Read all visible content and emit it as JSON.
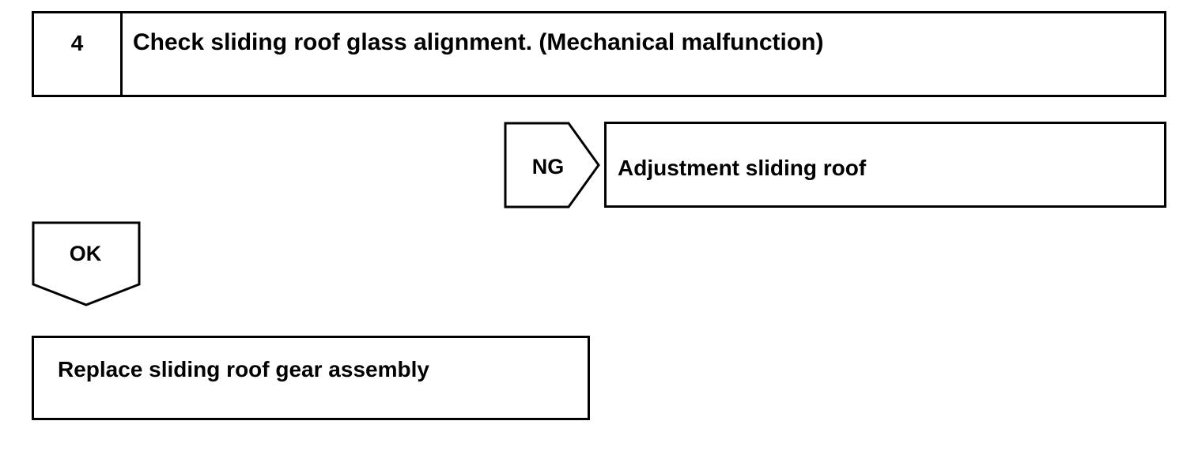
{
  "step": {
    "number": "4",
    "text": "Check sliding roof glass alignment. (Mechanical malfunction)"
  },
  "ng_branch": {
    "label": "NG",
    "action": "Adjustment sliding roof"
  },
  "ok_branch": {
    "label": "OK",
    "action": "Replace sliding roof gear assembly"
  }
}
